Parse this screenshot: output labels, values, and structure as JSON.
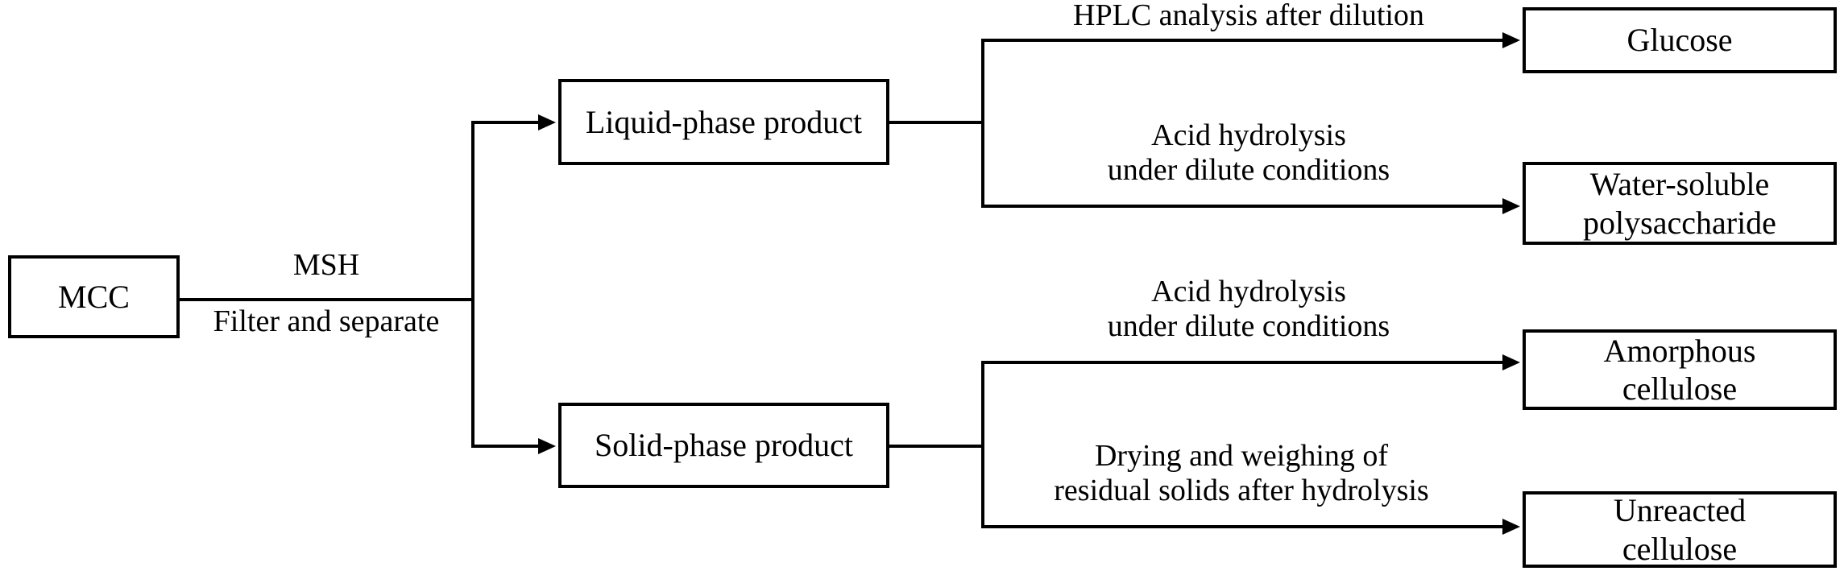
{
  "diagram": {
    "title": "MCC hydrolysis product separation and analysis flowchart",
    "background_color": "#ffffff",
    "line_color": "#000000",
    "text_color": "#000000",
    "nodes": {
      "start": {
        "label": "MCC"
      },
      "liquid": {
        "label": "Liquid-phase product"
      },
      "solid": {
        "label": "Solid-phase product"
      },
      "glucose": {
        "label": "Glucose"
      },
      "water_soluble": {
        "label": "Water-soluble\npolysaccharide"
      },
      "amorphous": {
        "label": "Amorphous\ncellulose"
      },
      "unreacted": {
        "label": "Unreacted\ncellulose"
      }
    },
    "edge_labels": {
      "msh_top": "MSH",
      "msh_bottom": "Filter and separate",
      "hplc": "HPLC analysis after dilution",
      "acid_hydrolysis_liquid": "Acid hydrolysis\nunder dilute conditions",
      "acid_hydrolysis_solid": "Acid hydrolysis\nunder dilute conditions",
      "drying_weighing": "Drying and weighing of\nresidual solids after hydrolysis"
    }
  }
}
